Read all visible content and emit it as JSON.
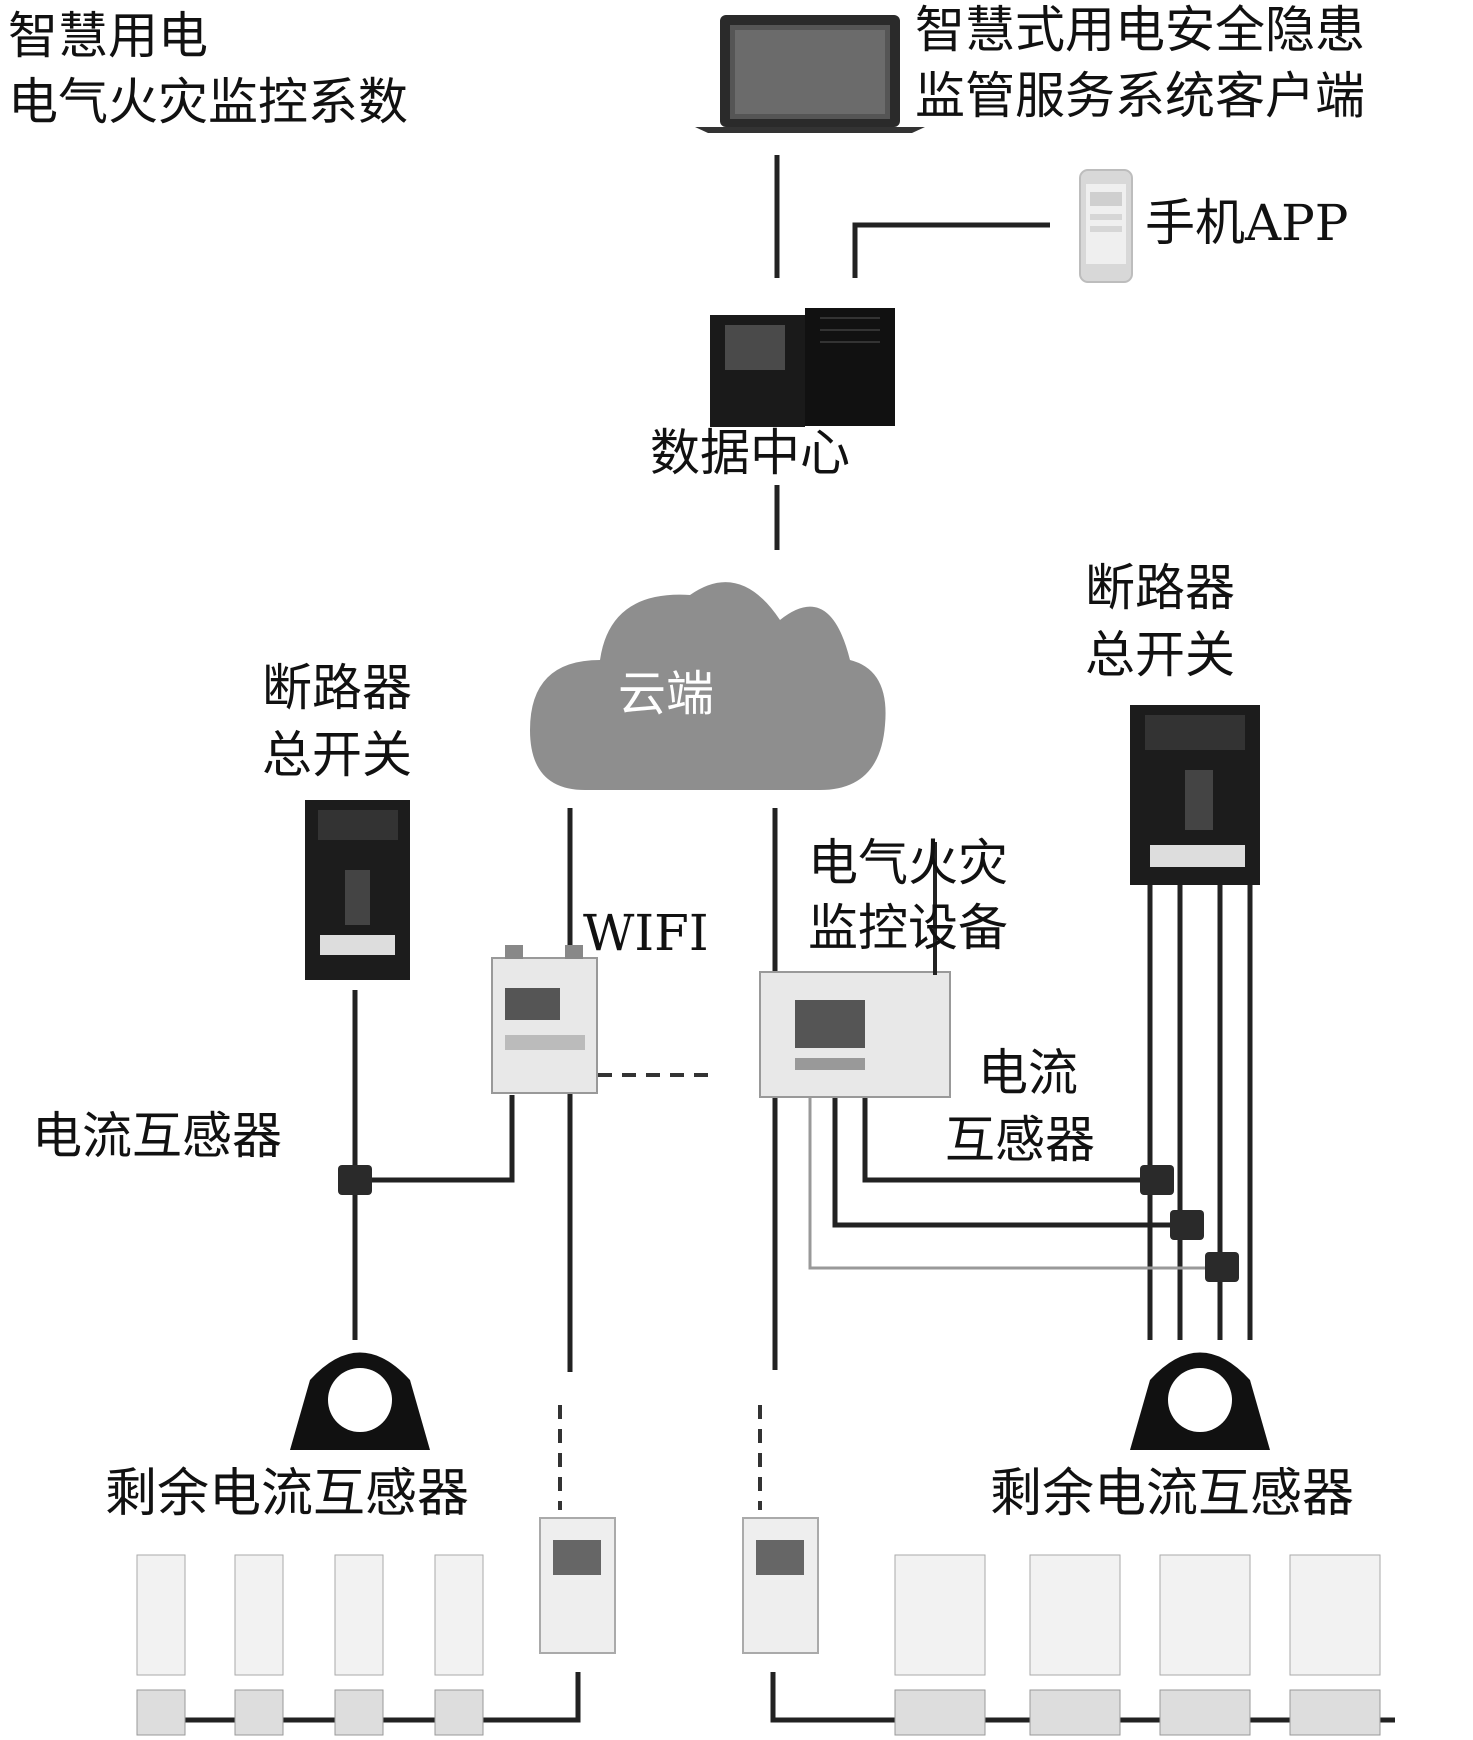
{
  "title": {
    "line1": "智慧用电",
    "line2": "电气火灾监控系数"
  },
  "client": {
    "line1": "智慧式用电安全隐患",
    "line2": "监管服务系统客户端"
  },
  "mobile_app": "手机APP",
  "data_center": "数据中心",
  "cloud": "云端",
  "left_breaker": {
    "line1": "断路器",
    "line2": "总开关"
  },
  "right_breaker": {
    "line1": "断路器",
    "line2": "总开关"
  },
  "wifi": "WIFI",
  "monitor_device": {
    "line1": "电气火灾",
    "line2": "监控设备"
  },
  "left_ct": "电流互感器",
  "right_ct": {
    "line1": "电流",
    "line2": "互感器"
  },
  "left_rct": "剩余电流互感器",
  "right_rct": "剩余电流互感器",
  "colors": {
    "line": "#222222",
    "cloud": "#8e8e8e",
    "device_dark": "#1c1c1c",
    "device_light": "#e8e8e8"
  }
}
